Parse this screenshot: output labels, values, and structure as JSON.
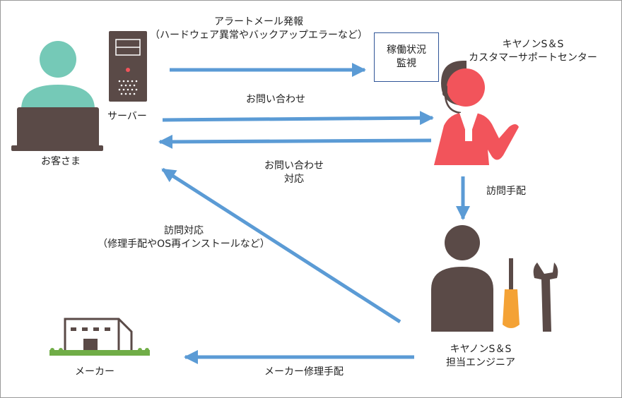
{
  "nodes": {
    "customer": {
      "label": "お客さま"
    },
    "server": {
      "label": "サーバー"
    },
    "monitoring": {
      "line1": "稼働状況",
      "line2": "監視"
    },
    "support_center": {
      "line1": "キヤノンS＆S",
      "line2": "カスタマーサポートセンター"
    },
    "engineer": {
      "line1": "キヤノンS＆S",
      "line2": "担当エンジニア"
    },
    "maker": {
      "label": "メーカー"
    }
  },
  "edges": {
    "alert": {
      "line1": "アラートメール発報",
      "line2": "（ハードウェア異常やバックアップエラーなど）"
    },
    "inquiry": {
      "label": "お問い合わせ"
    },
    "inquiry_response": {
      "line1": "お問い合わせ",
      "line2": "対応"
    },
    "visit_arrange": {
      "label": "訪問手配"
    },
    "visit_response": {
      "line1": "訪問対応",
      "line2": "（修理手配やOS再インストールなど）"
    },
    "maker_repair": {
      "label": "メーカー修理手配"
    }
  },
  "colors": {
    "arrow": "#5b9bd5",
    "person_teal": "#75c9b7",
    "person_red": "#f2545b",
    "dark": "#5a4a47",
    "orange": "#f4a235",
    "box_border": "#2f5597",
    "grass": "#70ad47"
  }
}
